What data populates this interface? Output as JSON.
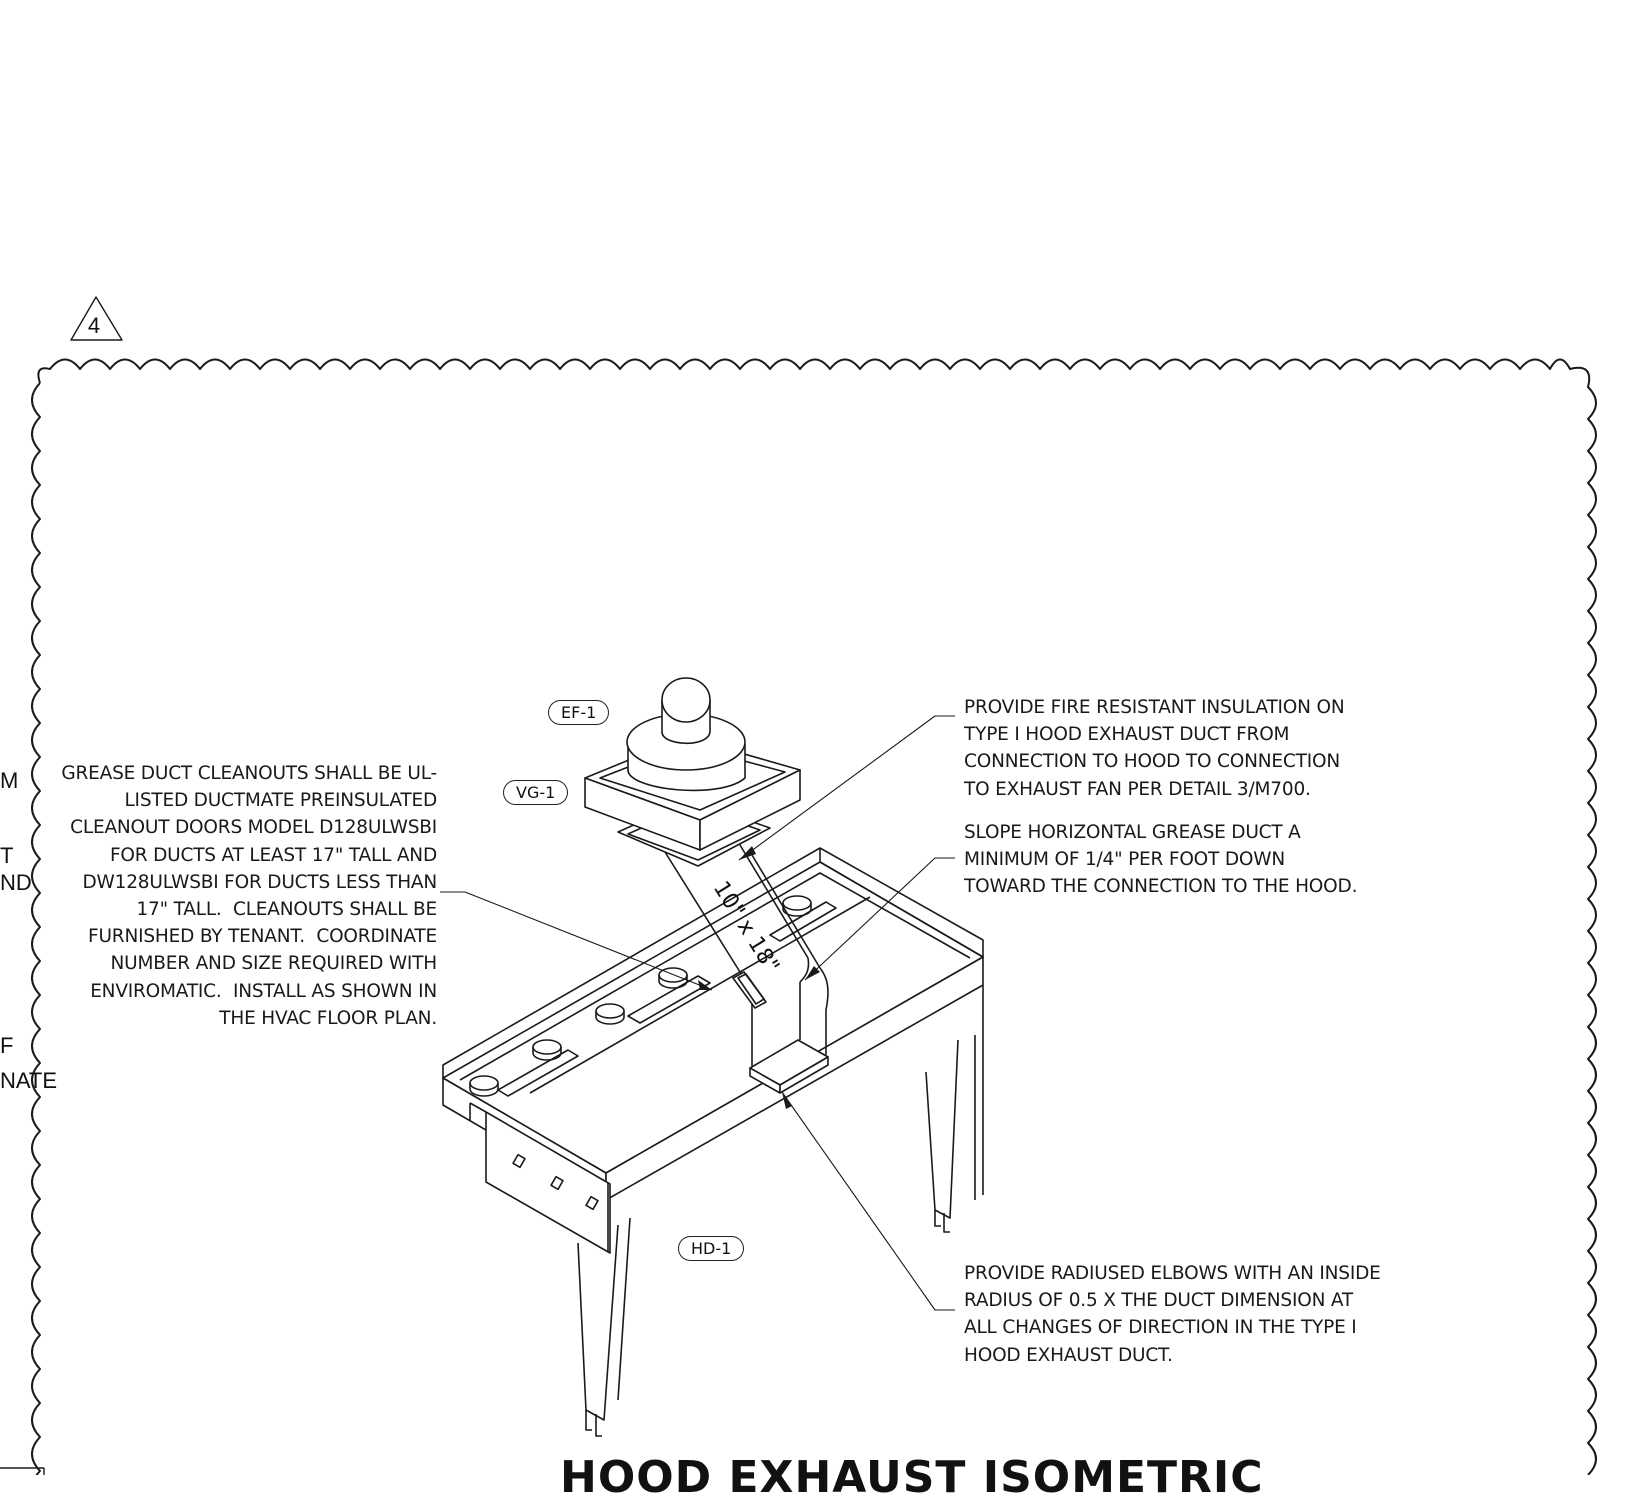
{
  "revision": {
    "number": "4"
  },
  "tags": {
    "ef1": "EF-1",
    "vg1": "VG-1",
    "hd1": "HD-1"
  },
  "duct_size": "10\" x 18\"",
  "notes": {
    "cleanouts": "GREASE DUCT CLEANOUTS SHALL BE UL-\nLISTED DUCTMATE PREINSULATED\nCLEANOUT DOORS MODEL D128ULWSBI\nFOR DUCTS AT LEAST 17\" TALL AND\nDW128ULWSBI FOR DUCTS LESS THAN\n17\" TALL.  CLEANOUTS SHALL BE\nFURNISHED BY TENANT.  COORDINATE\nNUMBER AND SIZE REQUIRED WITH\nENVIROMATIC.  INSTALL AS SHOWN IN\nTHE HVAC FLOOR PLAN.",
    "insulation": "PROVIDE FIRE RESISTANT INSULATION ON\nTYPE I HOOD EXHAUST DUCT FROM\nCONNECTION TO HOOD TO CONNECTION\nTO EXHAUST FAN PER DETAIL 3/M700.",
    "slope": "SLOPE HORIZONTAL GREASE DUCT A\nMINIMUM OF 1/4\" PER FOOT DOWN\nTOWARD THE CONNECTION TO THE HOOD.",
    "elbows": "PROVIDE RADIUSED ELBOWS WITH AN INSIDE\nRADIUS OF 0.5 X THE DUCT DIMENSION AT\nALL CHANGES OF DIRECTION IN THE TYPE I\nHOOD EXHAUST DUCT."
  },
  "cut_off_text": [
    "M",
    "T",
    "ND",
    "F",
    "NATE"
  ],
  "title": "HOOD EXHAUST ISOMETRIC"
}
